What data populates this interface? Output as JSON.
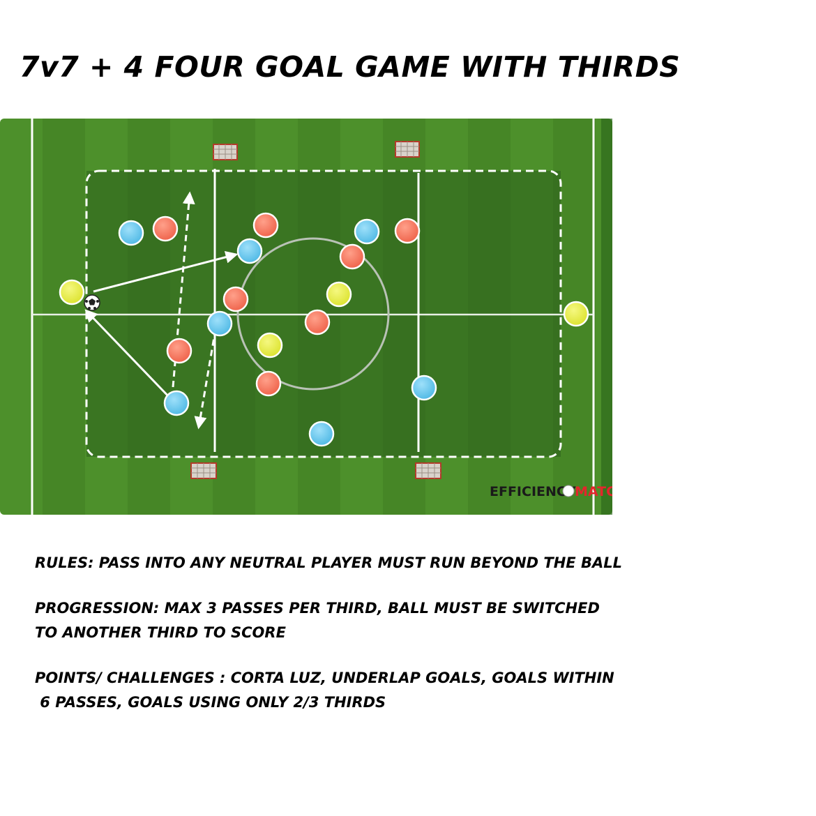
{
  "title": "7v7 + 4  FOUR GOAL GAME WITH THIRDS",
  "watermark": {
    "part1": "EFFICIENCY",
    "part2": "MATC",
    "colors": {
      "part1": "#1a1a1a",
      "part2": "#e3262c"
    }
  },
  "notes": {
    "rules": {
      "line1": "RULES: PASS INTO ANY NEUTRAL PLAYER MUST RUN BEYOND THE BALL"
    },
    "progression": {
      "line1": "PROGRESSION: MAX 3 PASSES PER THIRD, BALL MUST BE SWITCHED",
      "line2": "TO ANOTHER THIRD TO SCORE"
    },
    "points": {
      "line1": "POINTS/ CHALLENGES : CORTA LUZ, UNDERLAP GOALS, GOALS WITHIN",
      "line2": " 6 PASSES, GOALS USING ONLY 2/3 THIRDS"
    }
  },
  "colors": {
    "grass_light": "#4c8f2a",
    "grass_dark": "#2f6a1c",
    "lines": "#ffffff",
    "blue_team": "#5ec3ea",
    "red_team": "#f0705a",
    "neutral": "#e6ec3a"
  },
  "icons": {
    "ball": "soccer-ball-icon",
    "goal": "mini-goal-icon",
    "arrow": "pass-arrow-icon",
    "dashed_arrow": "run-arrow-icon"
  }
}
